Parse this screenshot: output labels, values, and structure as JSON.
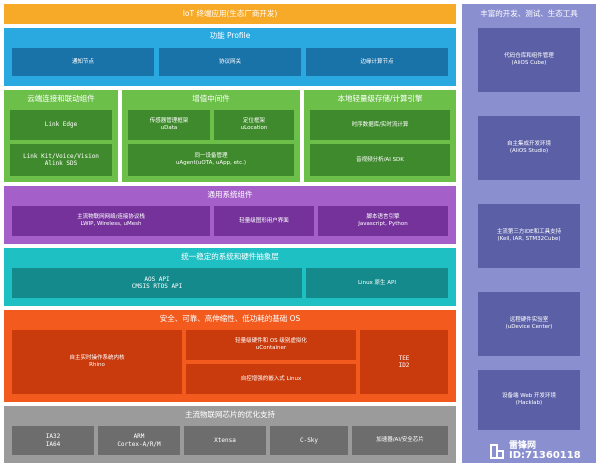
{
  "iot_layer": {
    "title": "IoT 终端应用(生态厂商开发)"
  },
  "profile_layer": {
    "title": "功能 Profile",
    "items": [
      "通知节点",
      "协议网关",
      "边缘计算节点"
    ]
  },
  "cloud_layer": {
    "title": "云端连接和联动组件",
    "items": [
      "Link Edge",
      "Link Kit/Voice/Vision\nAlink SDS"
    ]
  },
  "value_layer": {
    "title": "增值中间件",
    "items": [
      "传感器管理框架\nuData",
      "定位框架\nuLocation",
      "同一设备管理\nuAgent(uOTA, uApp, etc.)"
    ]
  },
  "storage_layer": {
    "title": "本地轻量级存储/计算引擎",
    "items": [
      "时序数据库/实时流计算",
      "音视频分析/AI SDK"
    ]
  },
  "system_layer": {
    "title": "通用系统组件",
    "items": [
      "主流物联网网络/连接协议栈\nLWIP, Wireless, uMesh",
      "轻量级图形用户界面",
      "脚本语言引擎\nJavascript, Python"
    ]
  },
  "abstraction_layer": {
    "title": "统一稳定的系统和硬件抽象层",
    "items": [
      "AOS API\nCMSIS RTOS API",
      "Linux 原生 API"
    ]
  },
  "os_layer": {
    "title": "安全、可靠、高伸缩性、低功耗的基础 OS",
    "items": [
      "自主实时操作系统内核\nRhino",
      "轻量级硬件和 OS 级别虚拟化\nuContainer",
      "自控增强的嵌入式 Linux",
      "TEE\nID2"
    ]
  },
  "chip_layer": {
    "title": "主流物联网芯片的优化支持",
    "items": [
      "IA32\nIA64",
      "ARM\nCortex-A/R/M",
      "Xtensa",
      "C-Sky",
      "加速器/AI/安全芯片"
    ]
  },
  "tools_layer": {
    "title": "丰富的开发、测试、生态工具",
    "items": [
      "代码仓库和组件管理\n(AliOS Cube)",
      "自主集成开发环境\n(AliOS Studio)",
      "主流第三方IDE和工具支持\n(Keil, IAR, STM32Cube)",
      "远程硬件实验室\n(uDevice Center)",
      "设备端 Web 开发环境\n(Hacklab)"
    ]
  },
  "watermark": {
    "name": "雷锋网",
    "id": "ID:71360118"
  },
  "colors": {
    "iot": "#f7a928",
    "profile": "#2aa8e0",
    "middleware": "#6cc04a",
    "system": "#a55fc8",
    "abstraction": "#1fc0c4",
    "os": "#f25a1e",
    "chip": "#9b9b9b",
    "tools": "#8a8fcf"
  }
}
